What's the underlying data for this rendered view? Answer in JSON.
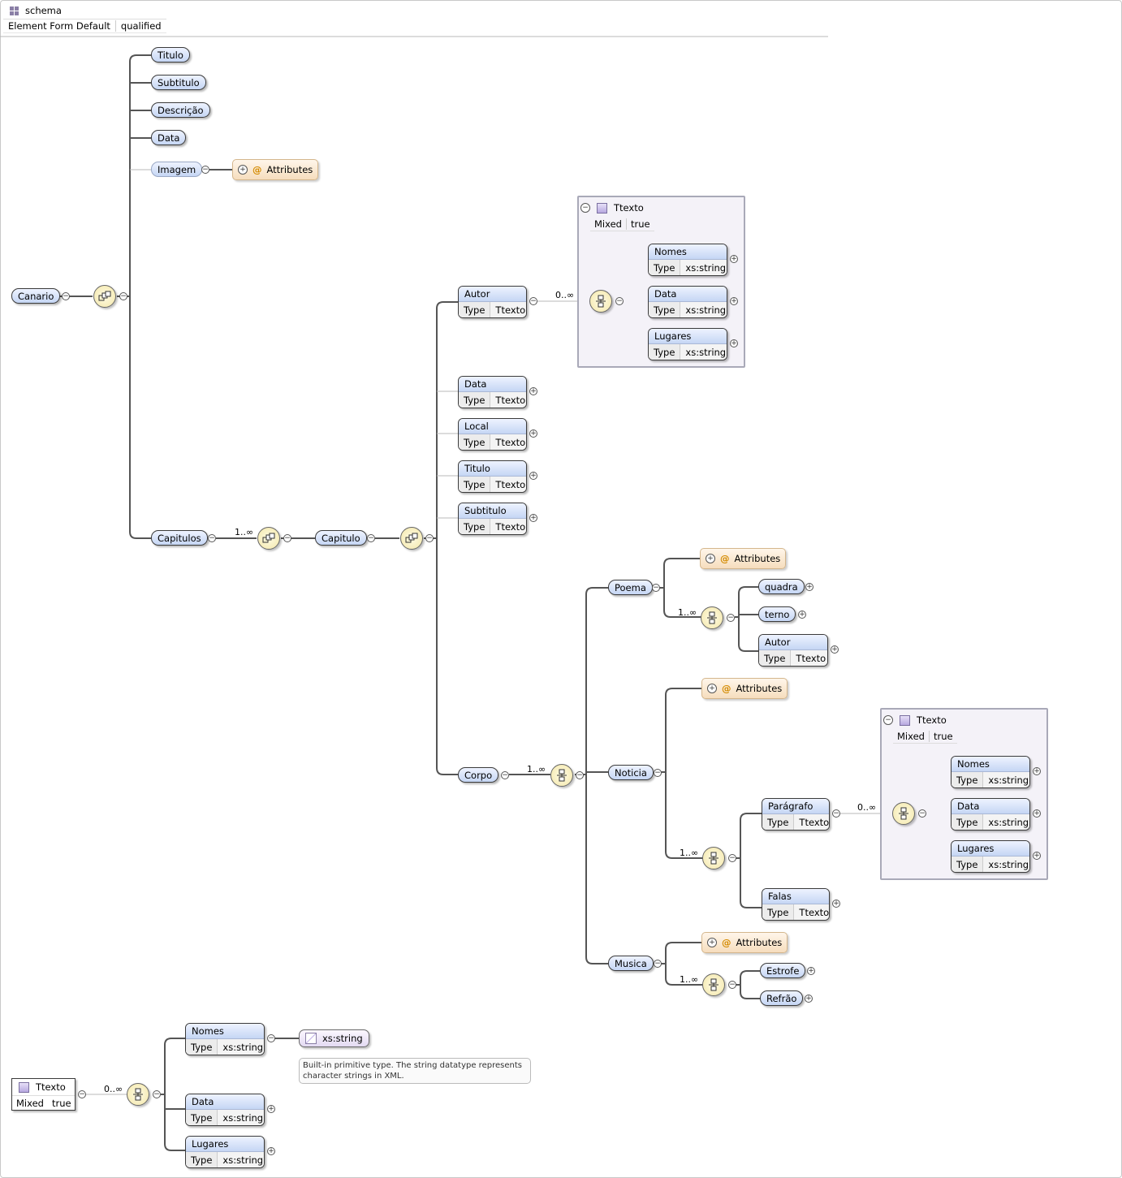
{
  "schema": {
    "title": "schema",
    "prop_key": "Element Form Default",
    "prop_value": "qualified"
  },
  "labels": {
    "type": "Type",
    "mixed": "Mixed",
    "attributes": "Attributes",
    "at": "@"
  },
  "root": "Canario",
  "canario_children": [
    "Titulo",
    "Subtitulo",
    "Descrição",
    "Data",
    "Imagem"
  ],
  "capitulos": {
    "name": "Capitulos",
    "mult": "1..∞",
    "child": "Capitulo"
  },
  "capitulo_children": [
    {
      "name": "Autor",
      "type": "Ttexto"
    },
    {
      "name": "Data",
      "type": "Ttexto"
    },
    {
      "name": "Local",
      "type": "Ttexto"
    },
    {
      "name": "Titulo",
      "type": "Ttexto"
    },
    {
      "name": "Subtitulo",
      "type": "Ttexto"
    }
  ],
  "ttexto": {
    "name": "Ttexto",
    "mixed": "true",
    "mult": "0..∞",
    "children": [
      {
        "name": "Nomes",
        "type": "xs:string"
      },
      {
        "name": "Data",
        "type": "xs:string"
      },
      {
        "name": "Lugares",
        "type": "xs:string"
      }
    ]
  },
  "corpo": {
    "name": "Corpo",
    "mult": "1..∞"
  },
  "poema": {
    "name": "Poema",
    "mult": "1..∞",
    "children": [
      "quadra",
      "terno"
    ],
    "autor": {
      "name": "Autor",
      "type": "Ttexto"
    }
  },
  "noticia": {
    "name": "Noticia",
    "mult": "1..∞",
    "paragrafo": {
      "name": "Parágrafo",
      "type": "Ttexto",
      "mult": "0..∞"
    },
    "falas": {
      "name": "Falas",
      "type": "Ttexto"
    }
  },
  "musica": {
    "name": "Musica",
    "mult": "1..∞",
    "children": [
      "Estrofe",
      "Refrão"
    ]
  },
  "xs_string": {
    "name": "xs:string",
    "doc_line1": "Built-in primitive type. The string datatype represents",
    "doc_line2": "character strings in XML."
  },
  "colors": {
    "element_fill": "#c5d6f4",
    "compositor_fill": "#f3e7a9",
    "attributes_fill": "#f6ddbd",
    "complex_type_fill": "#f4f2f8"
  }
}
